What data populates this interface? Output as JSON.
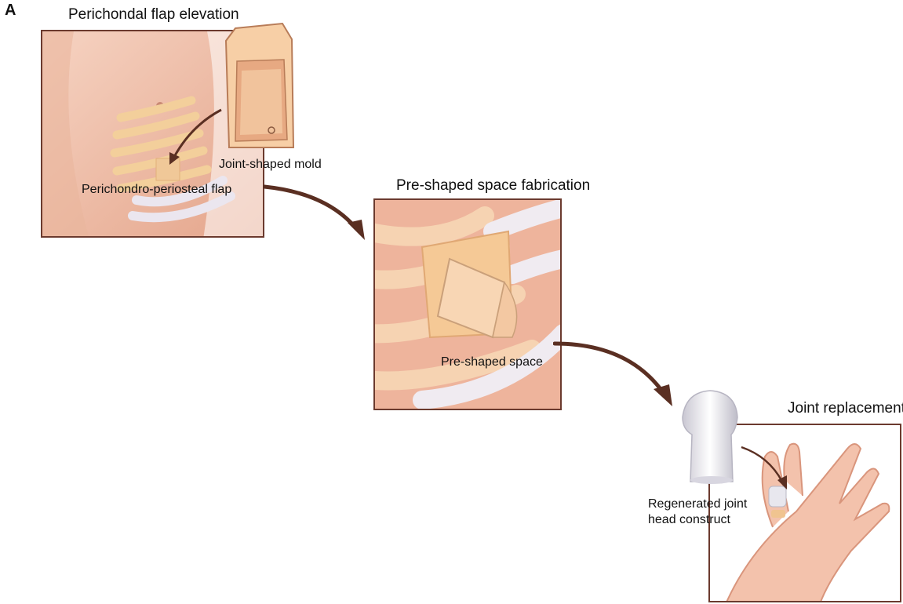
{
  "figure": {
    "panel_letter": "A",
    "panels": {
      "flap": {
        "title": "Perichondal flap elevation",
        "label_mold": "Joint-shaped mold",
        "label_flap": "Perichondro-periosteal flap"
      },
      "space": {
        "title": "Pre-shaped space fabrication",
        "label_space": "Pre-shaped space"
      },
      "replace": {
        "title": "Joint replacement",
        "label_construct_line1": "Regenerated joint",
        "label_construct_line2": "head construct"
      }
    }
  },
  "colors": {
    "frame": "#6b3a2e",
    "arrow": "#5a2f22",
    "skin": "#e8a98f",
    "cartilage": "#f2c898",
    "bone": "#e9e4ee"
  }
}
